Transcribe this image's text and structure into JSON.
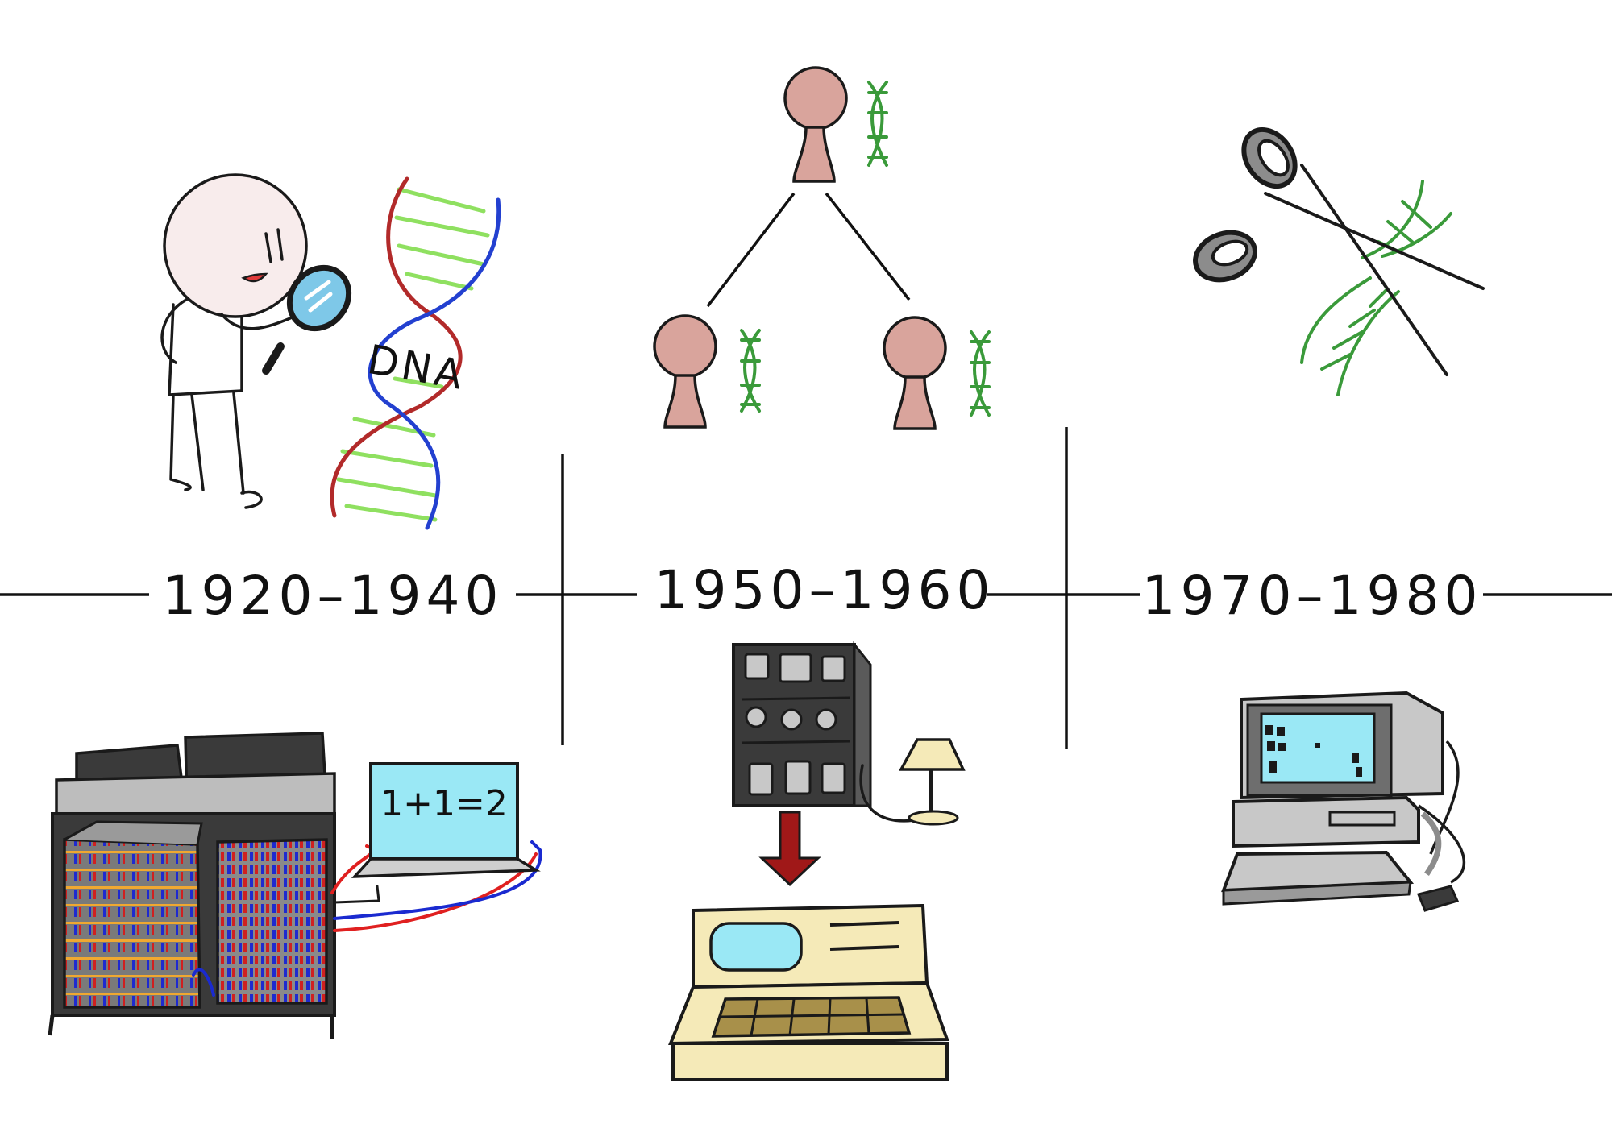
{
  "timeline": {
    "eras": [
      {
        "label": "1920–1940",
        "dna_label": "DNA",
        "calculation": "1+1=2"
      },
      {
        "label": "1950–1960"
      },
      {
        "label": "1970–1980"
      }
    ]
  },
  "colors": {
    "line": "#111111",
    "person_pink": "#d9a49c",
    "dna_green": "#3a9a3a",
    "dna_lightgreen": "#8fe060",
    "dna_red": "#b22a2a",
    "dna_blue": "#2340d0",
    "screen_blue": "#9ae8f5",
    "machine_gray": "#8c8c8c",
    "dark_gray": "#3a3a3a",
    "cream": "#f5eab8",
    "arrow_red": "#a01818",
    "wire_red": "#e02020",
    "wire_blue": "#1a2ad0",
    "orange": "#f0a830"
  }
}
